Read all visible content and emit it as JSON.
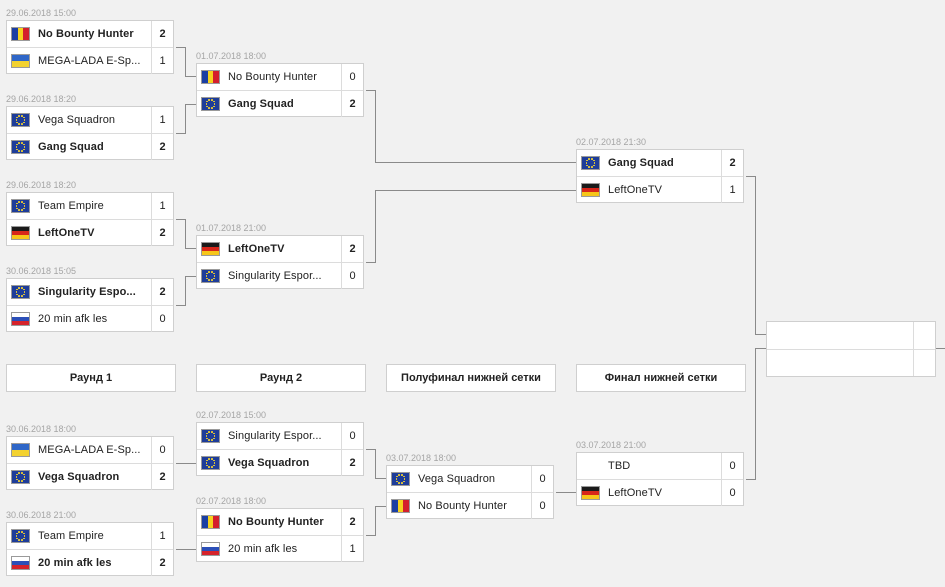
{
  "rounds": {
    "round1": "Раунд 1",
    "round2": "Раунд 2",
    "lower_semi": "Полуфинал нижней сетки",
    "lower_final": "Финал нижней сетки"
  },
  "matches": [
    {
      "id": "m1",
      "date": "29.06.2018 15:00",
      "teams": [
        {
          "name": "No Bounty Hunter",
          "flag": "ro",
          "score": "2",
          "win": true
        },
        {
          "name": "MEGA-LADA E-Sp...",
          "flag": "ua",
          "score": "1",
          "win": false
        }
      ]
    },
    {
      "id": "m2",
      "date": "29.06.2018 18:20",
      "teams": [
        {
          "name": "Vega Squadron",
          "flag": "eu",
          "score": "1",
          "win": false
        },
        {
          "name": "Gang Squad",
          "flag": "eu",
          "score": "2",
          "win": true
        }
      ]
    },
    {
      "id": "m3",
      "date": "29.06.2018 18:20",
      "teams": [
        {
          "name": "Team Empire",
          "flag": "eu",
          "score": "1",
          "win": false
        },
        {
          "name": "LeftOneTV",
          "flag": "de",
          "score": "2",
          "win": true
        }
      ]
    },
    {
      "id": "m4",
      "date": "30.06.2018 15:05",
      "teams": [
        {
          "name": "Singularity Espo...",
          "flag": "eu",
          "score": "2",
          "win": true
        },
        {
          "name": "20 min afk les",
          "flag": "ru",
          "score": "0",
          "win": false
        }
      ]
    },
    {
      "id": "m5",
      "date": "01.07.2018 18:00",
      "teams": [
        {
          "name": "No Bounty Hunter",
          "flag": "ro",
          "score": "0",
          "win": false
        },
        {
          "name": "Gang Squad",
          "flag": "eu",
          "score": "2",
          "win": true
        }
      ]
    },
    {
      "id": "m6",
      "date": "01.07.2018 21:00",
      "teams": [
        {
          "name": "LeftOneTV",
          "flag": "de",
          "score": "2",
          "win": true
        },
        {
          "name": "Singularity Espor...",
          "flag": "eu",
          "score": "0",
          "win": false
        }
      ]
    },
    {
      "id": "m7",
      "date": "02.07.2018 21:30",
      "teams": [
        {
          "name": "Gang Squad",
          "flag": "eu",
          "score": "2",
          "win": true
        },
        {
          "name": "LeftOneTV",
          "flag": "de",
          "score": "1",
          "win": false
        }
      ]
    },
    {
      "id": "m8",
      "date": "30.06.2018 18:00",
      "teams": [
        {
          "name": "MEGA-LADA E-Sp...",
          "flag": "ua",
          "score": "0",
          "win": false
        },
        {
          "name": "Vega Squadron",
          "flag": "eu",
          "score": "2",
          "win": true
        }
      ]
    },
    {
      "id": "m9",
      "date": "30.06.2018 21:00",
      "teams": [
        {
          "name": "Team Empire",
          "flag": "eu",
          "score": "1",
          "win": false
        },
        {
          "name": "20 min afk les",
          "flag": "ru",
          "score": "2",
          "win": true
        }
      ]
    },
    {
      "id": "m10",
      "date": "02.07.2018 15:00",
      "teams": [
        {
          "name": "Singularity Espor...",
          "flag": "eu",
          "score": "0",
          "win": false
        },
        {
          "name": "Vega Squadron",
          "flag": "eu",
          "score": "2",
          "win": true
        }
      ]
    },
    {
      "id": "m11",
      "date": "02.07.2018 18:00",
      "teams": [
        {
          "name": "No Bounty Hunter",
          "flag": "ro",
          "score": "2",
          "win": true
        },
        {
          "name": "20 min afk les",
          "flag": "ru",
          "score": "1",
          "win": false
        }
      ]
    },
    {
      "id": "m12",
      "date": "03.07.2018 18:00",
      "teams": [
        {
          "name": "Vega Squadron",
          "flag": "eu",
          "score": "0",
          "win": false
        },
        {
          "name": "No Bounty Hunter",
          "flag": "ro",
          "score": "0",
          "win": false
        }
      ]
    },
    {
      "id": "m13",
      "date": "03.07.2018 21:00",
      "teams": [
        {
          "name": "TBD",
          "flag": "",
          "score": "0",
          "win": false
        },
        {
          "name": "LeftOneTV",
          "flag": "de",
          "score": "0",
          "win": false
        }
      ]
    }
  ],
  "colors": {
    "background": "#f1f1f1",
    "card": "#ffffff",
    "border": "#cfcfcf",
    "connector": "#8a8a8a",
    "date": "#a5a5a5"
  }
}
